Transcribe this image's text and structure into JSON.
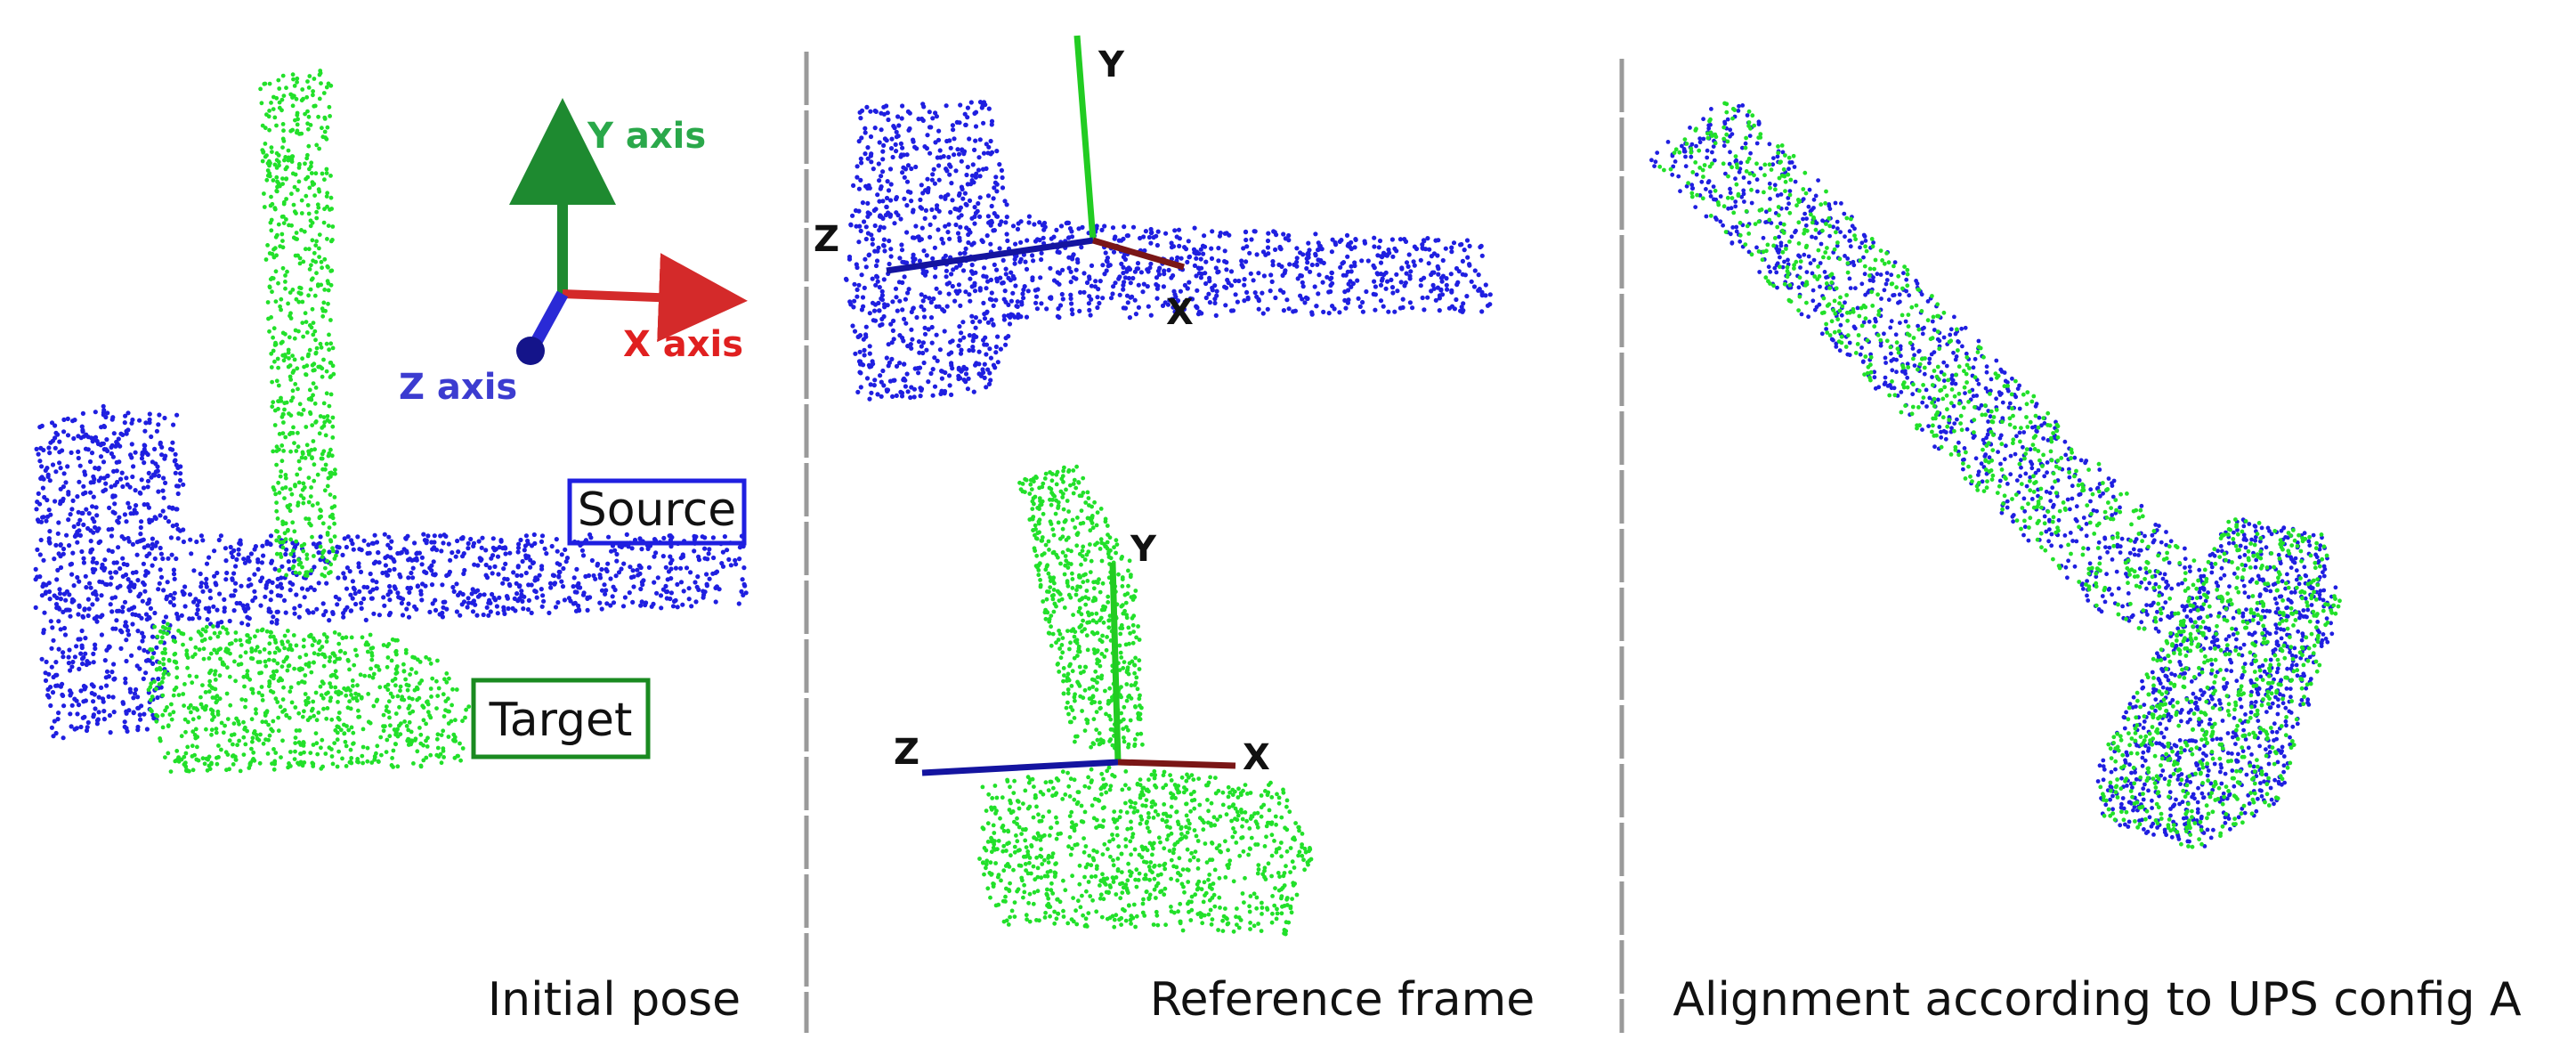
{
  "colors": {
    "source": "#1f1fe0",
    "target": "#22e02a",
    "x_axis": "#d42a2a",
    "y_axis": "#1e8a30",
    "z_axis": "#2a2ad6",
    "frame_x": "#7a1616",
    "frame_y": "#22cc22",
    "frame_z": "#1414a0",
    "divider": "#9a9a9a"
  },
  "panels": {
    "initial": {
      "caption": "Initial pose",
      "legend": {
        "y": "Y axis",
        "x": "X axis",
        "z": "Z axis"
      },
      "source_label": "Source",
      "target_label": "Target"
    },
    "reference": {
      "caption": "Reference frame",
      "top_axes": {
        "x": "X",
        "y": "Y",
        "z": "Z"
      },
      "bottom_axes": {
        "x": "X",
        "y": "Y",
        "z": "Z"
      }
    },
    "alignment": {
      "caption": "Alignment according to UPS config A"
    }
  }
}
